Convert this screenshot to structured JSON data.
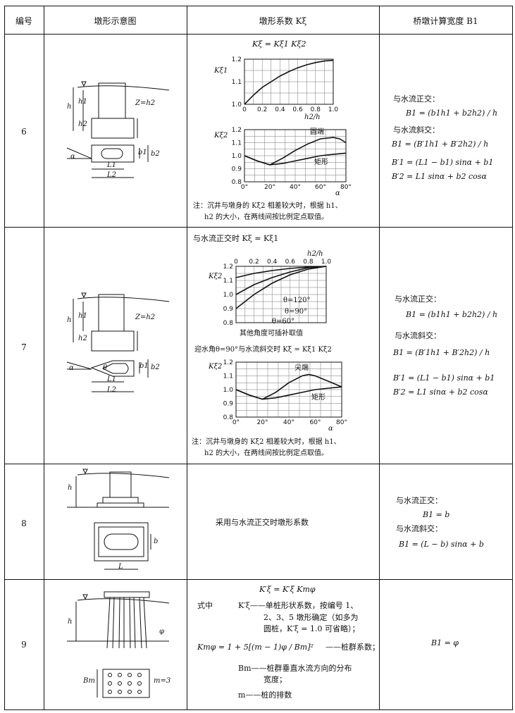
{
  "header": {
    "col_no": "编号",
    "col_diagram": "墩形示意图",
    "col_coef": "墩形系数 Kξ",
    "col_width": "桥墩计算宽度 B1"
  },
  "rows": [
    {
      "no": "6",
      "diagram_labels": [
        "h",
        "h1",
        "h2",
        "Z=h2",
        "b1",
        "b2",
        "α",
        "L1",
        "L2"
      ],
      "coef": {
        "formula": "Kξ = Kξ1 Kξ2",
        "chart1_ylabel": "Kξ1",
        "chart1_xlabel": "h2/h",
        "chart2_ylabel": "Kξ2",
        "chart2_xlabel": "α",
        "label_round": "圆端",
        "label_rect": "矩形",
        "note1": "注：沉井与墩身的 Kξ2 相差较大时，根据 h1、",
        "note2": "h2 的大小，在两线间按比例定点取值。"
      },
      "width": {
        "l1": "与水流正交：",
        "f1": "B1 = (b1h1 + b2h2) / h",
        "l2": "与水流斜交：",
        "f2": "B1 = (B′1h1 + B′2h2) / h",
        "f3": "B′1 = (L1 − b1) sinα + b1",
        "f4": "B′2 = L1 sinα + b2 cosα"
      }
    },
    {
      "no": "7",
      "diagram_labels": [
        "h",
        "h1",
        "h2",
        "Z=h2",
        "θ",
        "b1",
        "b2",
        "α",
        "L1",
        "L2"
      ],
      "coef": {
        "line1": "与水流正交时 Kξ = Kξ1",
        "chart1_ylabel": "Kξ2",
        "chart1_xlabel": "h2/h",
        "theta120": "θ=120°",
        "theta90": "θ=90°",
        "theta60": "θ=60°",
        "interp": "其他角度可插补取值",
        "line2": "迎水角θ=90°与水流斜交时 Kξ = Kξ1 Kξ2",
        "chart2_ylabel": "Kξ2",
        "chart2_xlabel": "α",
        "label_sharp": "尖端",
        "label_rect": "矩形",
        "note1": "注：沉井与墩身的 Kξ2 相差较大时，根据 h1、",
        "note2": "h2 的大小，在两线间按比例定点取值。"
      },
      "width": {
        "l1": "与水流正交：",
        "f1": "B1 = (b1h1 + b2h2) / h",
        "l2": "与水流斜交：",
        "f2": "B1 = (B′1h1 + B′2h2) / h",
        "f3": "B′1 = (L1 − b1) sinα + b1",
        "f4": "B′2 = L1 sinα + b2 cosα"
      }
    },
    {
      "no": "8",
      "diagram_labels": [
        "h",
        "b",
        "L"
      ],
      "coef": {
        "text": "采用与水流正交时墩形系数"
      },
      "width": {
        "l1": "与水流正交：",
        "f1": "B1 = b",
        "l2": "与水流斜交：",
        "f2": "B1 = (L − b) sinα + b"
      }
    },
    {
      "no": "9",
      "diagram_labels": [
        "h",
        "φ",
        "Bm",
        "m=3"
      ],
      "coef": {
        "formula": "K′ξ = K′ξ Kmφ",
        "l1a": "式中",
        "l1b": "K′ξ——单桩形状系数，按编号 1、",
        "l2": "2、3、5 墩形确定（如多为",
        "l3": "圆桩，K′ξ = 1.0 可省略）；",
        "l4a": "Kmφ = 1 + 5[(m − 1)φ / Bm]²",
        "l4b": "——桩群系数；",
        "l5": "Bm——桩群垂直水流方向的分布",
        "l6": "宽度；",
        "l7": "m——桩的排数"
      },
      "width": {
        "f1": "B1 = φ"
      }
    }
  ],
  "chart_data": [
    {
      "type": "line",
      "xlabel": "h2/h",
      "ylabel": "Kξ1",
      "xlim": [
        0,
        1.0
      ],
      "ylim": [
        1.0,
        1.2
      ],
      "x_ticks": [
        "0",
        "0.2",
        "0.4",
        "0.6",
        "0.8",
        "1.0"
      ],
      "y_ticks": [
        "1.0",
        "1.1",
        "1.2"
      ],
      "series": [
        {
          "x": [
            0,
            0.1,
            0.2,
            0.3,
            0.4,
            0.5,
            0.6,
            0.7,
            0.8,
            0.9,
            1.0
          ],
          "values": [
            1.0,
            1.04,
            1.075,
            1.1,
            1.125,
            1.145,
            1.162,
            1.175,
            1.185,
            1.192,
            1.195
          ]
        }
      ]
    },
    {
      "type": "line",
      "xlabel": "α",
      "ylabel": "Kξ2",
      "xlim": [
        0,
        80
      ],
      "ylim": [
        0.8,
        1.2
      ],
      "x_ticks": [
        "0°",
        "20°",
        "40°",
        "60°",
        "80°"
      ],
      "y_ticks": [
        "0.8",
        "0.9",
        "1.0",
        "1.1",
        "1.2"
      ],
      "series": [
        {
          "name": "圆端",
          "x": [
            0,
            10,
            20,
            30,
            40,
            50,
            60,
            70,
            75,
            80
          ],
          "values": [
            1.0,
            0.96,
            0.93,
            0.98,
            1.04,
            1.09,
            1.13,
            1.14,
            1.13,
            1.1
          ]
        },
        {
          "name": "矩形",
          "x": [
            0,
            10,
            20,
            30,
            40,
            50,
            60,
            70,
            80
          ],
          "values": [
            1.0,
            0.96,
            0.93,
            0.94,
            0.96,
            0.98,
            1.0,
            1.01,
            1.02
          ]
        }
      ]
    },
    {
      "type": "line",
      "xlabel": "h2/h",
      "ylabel": "Kξ2",
      "xlim": [
        0,
        1.0
      ],
      "ylim": [
        0.8,
        1.2
      ],
      "x_ticks": [
        "0",
        "0.2",
        "0.4",
        "0.6",
        "0.8",
        "1.0"
      ],
      "y_ticks": [
        "0.8",
        "0.9",
        "1.0",
        "1.1",
        "1.2"
      ],
      "series": [
        {
          "name": "θ=120°",
          "x": [
            0,
            0.2,
            0.4,
            0.6,
            0.8,
            1.0
          ],
          "values": [
            1.12,
            1.15,
            1.17,
            1.185,
            1.195,
            1.2
          ]
        },
        {
          "name": "θ=90°",
          "x": [
            0,
            0.2,
            0.4,
            0.6,
            0.8,
            1.0
          ],
          "values": [
            1.0,
            1.07,
            1.12,
            1.16,
            1.19,
            1.2
          ]
        },
        {
          "name": "θ=60°",
          "x": [
            0,
            0.2,
            0.4,
            0.6,
            0.8,
            1.0
          ],
          "values": [
            0.9,
            1.0,
            1.08,
            1.14,
            1.18,
            1.2
          ]
        }
      ]
    },
    {
      "type": "line",
      "xlabel": "α",
      "ylabel": "Kξ2",
      "xlim": [
        0,
        80
      ],
      "ylim": [
        0.8,
        1.2
      ],
      "x_ticks": [
        "0°",
        "20°",
        "40°",
        "60°",
        "80°"
      ],
      "y_ticks": [
        "0.8",
        "0.9",
        "1.0",
        "1.1",
        "1.2"
      ],
      "series": [
        {
          "name": "尖端",
          "x": [
            0,
            10,
            20,
            30,
            40,
            50,
            55,
            60,
            70,
            80
          ],
          "values": [
            1.0,
            0.96,
            0.93,
            0.98,
            1.05,
            1.1,
            1.11,
            1.1,
            1.06,
            1.02
          ]
        },
        {
          "name": "矩形",
          "x": [
            0,
            10,
            20,
            30,
            40,
            50,
            60,
            70,
            80
          ],
          "values": [
            1.0,
            0.96,
            0.93,
            0.94,
            0.96,
            0.98,
            1.0,
            1.01,
            1.02
          ]
        }
      ]
    }
  ]
}
